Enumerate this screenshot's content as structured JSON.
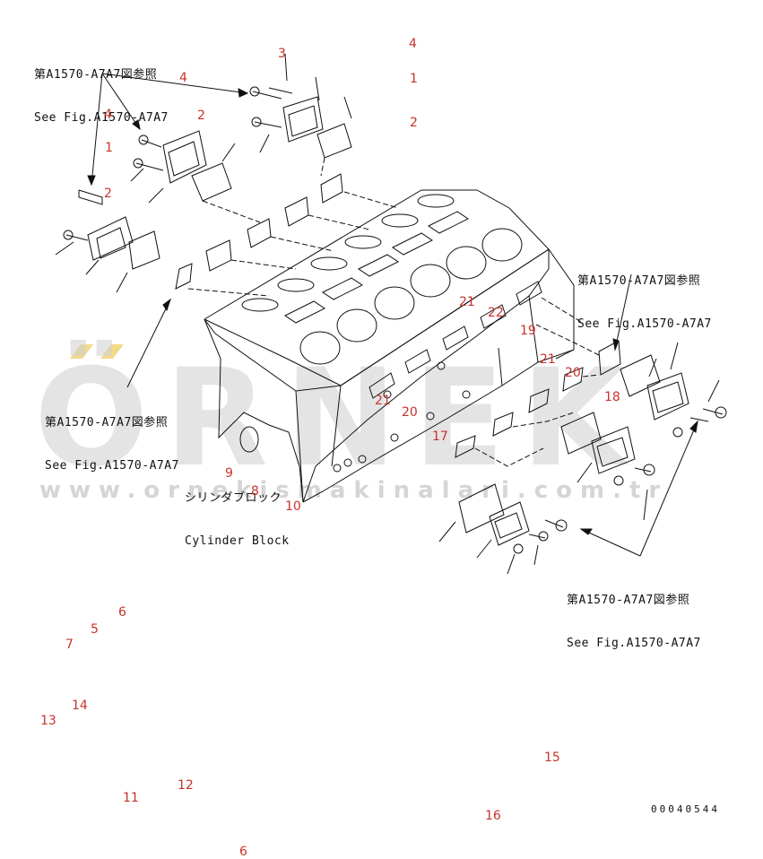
{
  "watermark": {
    "logo_text": "ÖRNEK",
    "url_text": "www.ornekismakinalari.com.tr",
    "accent_color": "#f3d98a",
    "text_color": "#c8c8c8"
  },
  "notes": {
    "top_left": {
      "jp": "第A1570-A7A7図参照",
      "en": "See Fig.A1570-A7A7"
    },
    "left_mid": {
      "jp": "第A1570-A7A7図参照",
      "en": "See Fig.A1570-A7A7"
    },
    "right_top": {
      "jp": "第A1570-A7A7図参照",
      "en": "See Fig.A1570-A7A7"
    },
    "bottom_right": {
      "jp": "第A1570-A7A7図参照",
      "en": "See Fig.A1570-A7A7"
    }
  },
  "block_label": {
    "jp": "シリンダブロック",
    "en": "Cylinder Block"
  },
  "document_number": "00040544",
  "ref_color": "#c8322c",
  "refs": [
    "4",
    "1",
    "2",
    "3",
    "4",
    "4",
    "2",
    "1",
    "2",
    "21",
    "22",
    "19",
    "21",
    "20",
    "18",
    "21",
    "20",
    "17",
    "9",
    "8",
    "10",
    "6",
    "5",
    "7",
    "14",
    "13",
    "15",
    "12",
    "11",
    "16",
    "6"
  ]
}
